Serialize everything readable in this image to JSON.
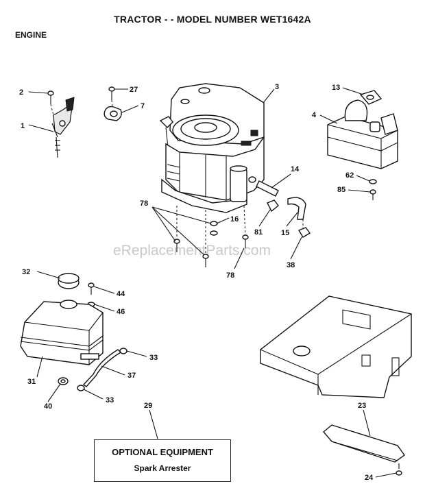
{
  "header": {
    "title": "TRACTOR - - MODEL NUMBER WET1642A",
    "section": "ENGINE"
  },
  "watermark": "eReplacementParts.com",
  "optional_equipment": {
    "title": "OPTIONAL EQUIPMENT",
    "item": "Spark Arrester"
  },
  "callouts": [
    {
      "id": "c2",
      "label": "2"
    },
    {
      "id": "c1",
      "label": "1"
    },
    {
      "id": "c27",
      "label": "27"
    },
    {
      "id": "c7",
      "label": "7"
    },
    {
      "id": "c3",
      "label": "3"
    },
    {
      "id": "c13",
      "label": "13"
    },
    {
      "id": "c4",
      "label": "4"
    },
    {
      "id": "c14",
      "label": "14"
    },
    {
      "id": "c62",
      "label": "62"
    },
    {
      "id": "c85",
      "label": "85"
    },
    {
      "id": "c78a",
      "label": "78"
    },
    {
      "id": "c16",
      "label": "16"
    },
    {
      "id": "c81",
      "label": "81"
    },
    {
      "id": "c15",
      "label": "15"
    },
    {
      "id": "c38",
      "label": "38"
    },
    {
      "id": "c78b",
      "label": "78"
    },
    {
      "id": "c32",
      "label": "32"
    },
    {
      "id": "c44",
      "label": "44"
    },
    {
      "id": "c46",
      "label": "46"
    },
    {
      "id": "c31",
      "label": "31"
    },
    {
      "id": "c33a",
      "label": "33"
    },
    {
      "id": "c37",
      "label": "37"
    },
    {
      "id": "c40",
      "label": "40"
    },
    {
      "id": "c33b",
      "label": "33"
    },
    {
      "id": "c29",
      "label": "29"
    },
    {
      "id": "c23",
      "label": "23"
    },
    {
      "id": "c24",
      "label": "24"
    }
  ]
}
